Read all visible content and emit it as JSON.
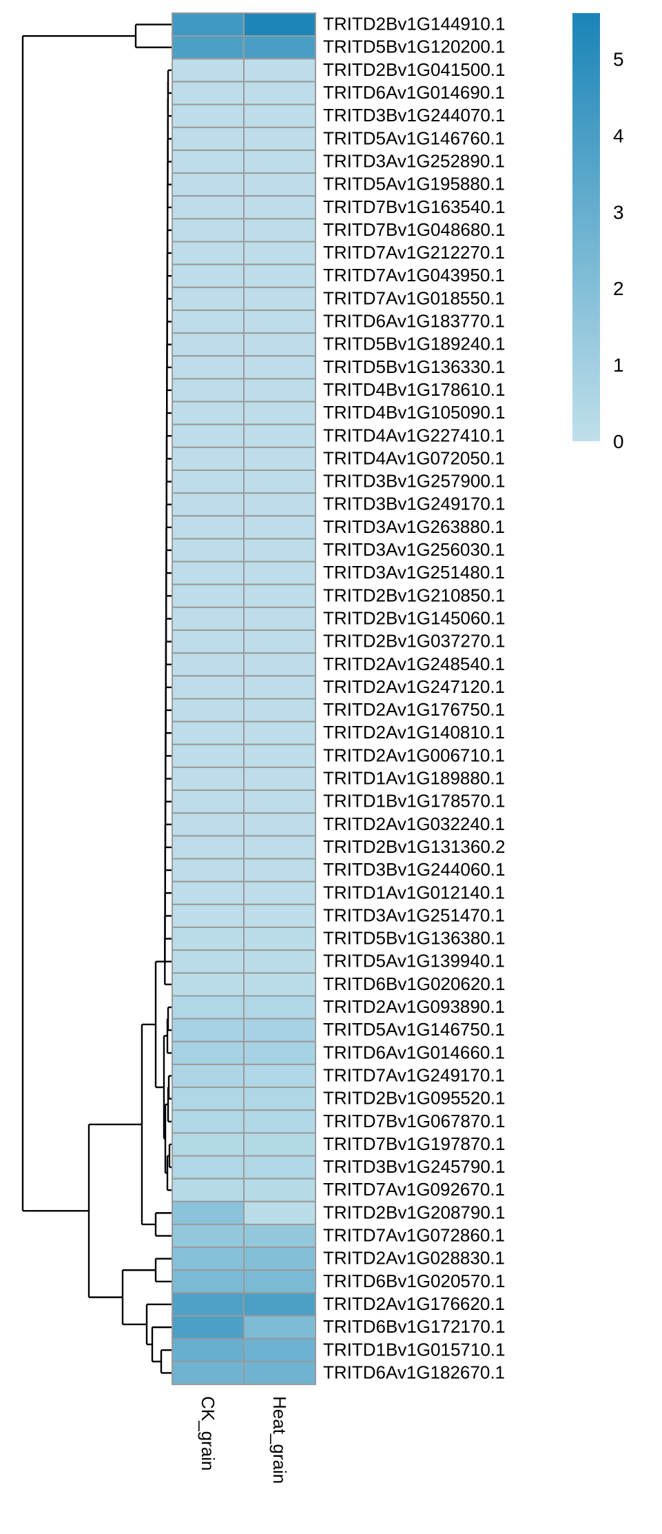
{
  "chart_data": {
    "type": "heatmap",
    "columns": [
      "CK_grain",
      "Heat_grain"
    ],
    "rows": [
      "TRITD2Bv1G144910.1",
      "TRITD5Bv1G120200.1",
      "TRITD2Bv1G041500.1",
      "TRITD6Av1G014690.1",
      "TRITD3Bv1G244070.1",
      "TRITD5Av1G146760.1",
      "TRITD3Av1G252890.1",
      "TRITD5Av1G195880.1",
      "TRITD7Bv1G163540.1",
      "TRITD7Bv1G048680.1",
      "TRITD7Av1G212270.1",
      "TRITD7Av1G043950.1",
      "TRITD7Av1G018550.1",
      "TRITD6Av1G183770.1",
      "TRITD5Bv1G189240.1",
      "TRITD5Bv1G136330.1",
      "TRITD4Bv1G178610.1",
      "TRITD4Bv1G105090.1",
      "TRITD4Av1G227410.1",
      "TRITD4Av1G072050.1",
      "TRITD3Bv1G257900.1",
      "TRITD3Bv1G249170.1",
      "TRITD3Av1G263880.1",
      "TRITD3Av1G256030.1",
      "TRITD3Av1G251480.1",
      "TRITD2Bv1G210850.1",
      "TRITD2Bv1G145060.1",
      "TRITD2Bv1G037270.1",
      "TRITD2Av1G248540.1",
      "TRITD2Av1G247120.1",
      "TRITD2Av1G176750.1",
      "TRITD2Av1G140810.1",
      "TRITD2Av1G006710.1",
      "TRITD1Av1G189880.1",
      "TRITD1Bv1G178570.1",
      "TRITD2Av1G032240.1",
      "TRITD2Bv1G131360.2",
      "TRITD3Bv1G244060.1",
      "TRITD1Av1G012140.1",
      "TRITD3Av1G251470.1",
      "TRITD5Bv1G136380.1",
      "TRITD5Av1G139940.1",
      "TRITD6Bv1G020620.1",
      "TRITD2Av1G093890.1",
      "TRITD5Av1G146750.1",
      "TRITD6Av1G014660.1",
      "TRITD7Av1G249170.1",
      "TRITD2Bv1G095520.1",
      "TRITD7Bv1G067870.1",
      "TRITD7Bv1G197870.1",
      "TRITD3Bv1G245790.1",
      "TRITD7Av1G092670.1",
      "TRITD2Bv1G208790.1",
      "TRITD7Av1G072860.1",
      "TRITD2Av1G028830.1",
      "TRITD6Bv1G020570.1",
      "TRITD2Av1G176620.1",
      "TRITD6Bv1G172170.1",
      "TRITD1Bv1G015710.1",
      "TRITD6Av1G182670.1"
    ],
    "values": [
      [
        4.3,
        5.5
      ],
      [
        3.9,
        4.0
      ],
      [
        0.1,
        0.1
      ],
      [
        0.1,
        0.1
      ],
      [
        0.1,
        0.1
      ],
      [
        0.1,
        0.1
      ],
      [
        0.1,
        0.1
      ],
      [
        0.1,
        0.1
      ],
      [
        0.1,
        0.1
      ],
      [
        0.1,
        0.1
      ],
      [
        0.1,
        0.1
      ],
      [
        0.1,
        0.1
      ],
      [
        0.1,
        0.1
      ],
      [
        0.1,
        0.1
      ],
      [
        0.1,
        0.1
      ],
      [
        0.1,
        0.1
      ],
      [
        0.1,
        0.1
      ],
      [
        0.1,
        0.1
      ],
      [
        0.1,
        0.1
      ],
      [
        0.1,
        0.1
      ],
      [
        0.1,
        0.1
      ],
      [
        0.1,
        0.1
      ],
      [
        0.1,
        0.1
      ],
      [
        0.1,
        0.1
      ],
      [
        0.1,
        0.1
      ],
      [
        0.1,
        0.1
      ],
      [
        0.1,
        0.1
      ],
      [
        0.1,
        0.1
      ],
      [
        0.1,
        0.1
      ],
      [
        0.1,
        0.1
      ],
      [
        0.1,
        0.1
      ],
      [
        0.1,
        0.1
      ],
      [
        0.1,
        0.1
      ],
      [
        0.1,
        0.1
      ],
      [
        0.1,
        0.1
      ],
      [
        0.1,
        0.1
      ],
      [
        0.1,
        0.1
      ],
      [
        0.1,
        0.1
      ],
      [
        0.1,
        0.1
      ],
      [
        0.1,
        0.1
      ],
      [
        0.2,
        0.2
      ],
      [
        0.2,
        0.2
      ],
      [
        0.2,
        0.2
      ],
      [
        0.5,
        0.5
      ],
      [
        0.8,
        0.8
      ],
      [
        0.8,
        0.8
      ],
      [
        0.6,
        0.5
      ],
      [
        0.5,
        0.5
      ],
      [
        0.5,
        0.5
      ],
      [
        0.4,
        0.4
      ],
      [
        0.5,
        0.5
      ],
      [
        0.3,
        0.3
      ],
      [
        1.8,
        0.2
      ],
      [
        1.5,
        1.5
      ],
      [
        1.9,
        2.0
      ],
      [
        2.3,
        2.3
      ],
      [
        3.8,
        3.9
      ],
      [
        3.9,
        2.2
      ],
      [
        3.0,
        2.8
      ],
      [
        2.7,
        2.7
      ]
    ],
    "colorbar": {
      "min": 0,
      "max": 5.6,
      "ticks": [
        0,
        1,
        2,
        3,
        4,
        5
      ]
    },
    "colors": {
      "low": "#bfdfea",
      "high": "#1a84b7",
      "cell_border": "#999999"
    },
    "dendrogram": "rows",
    "legend_position": "top-right"
  }
}
